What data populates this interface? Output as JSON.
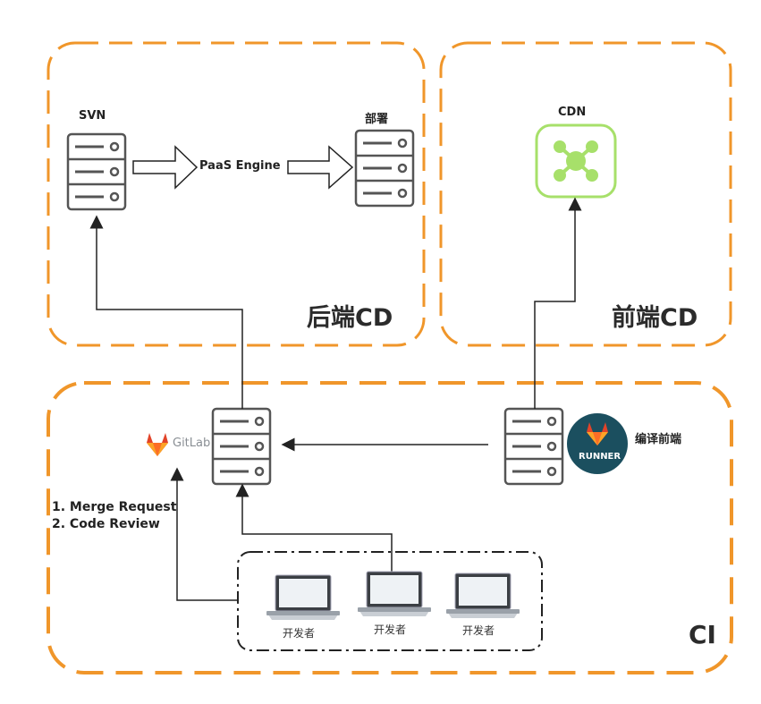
{
  "zones": {
    "backend_cd": "后端CD",
    "frontend_cd": "前端CD",
    "ci": "CI"
  },
  "nodes": {
    "svn": "SVN",
    "deploy": "部署",
    "cdn": "CDN",
    "paas_engine": "PaaS Engine",
    "gitlab": "GitLab",
    "runner": "RUNNER",
    "compile_frontend": "编译前端"
  },
  "steps": {
    "step1": "1. Merge Request",
    "step2": "2. Code Review"
  },
  "developers": [
    "开发者",
    "开发者",
    "开发者"
  ],
  "colors": {
    "zone_border": "#f0962a",
    "server_stroke": "#555555",
    "cdn_green": "#a7e06a",
    "runner_bg": "#1b4f5f",
    "gitlab_orange": "#e24329"
  }
}
